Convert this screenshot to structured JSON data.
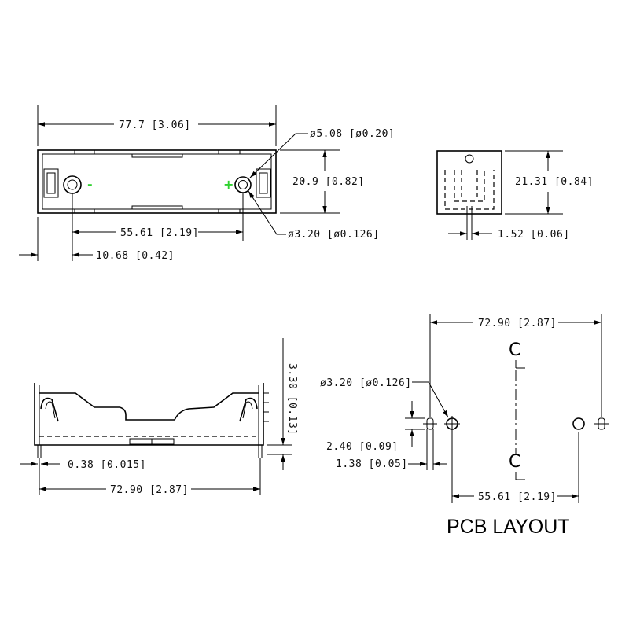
{
  "top_view": {
    "overall_length": "77.7 [3.06]",
    "hole_dia_large": "ø5.08 [ø0.20]",
    "height": "20.9 [0.82]",
    "hole_spacing": "55.61 [2.19]",
    "hole_dia_small": "ø3.20 [ø0.126]",
    "edge_offset": "10.68 [0.42]",
    "negative_symbol": "-",
    "positive_symbol": "+",
    "polarity_color": "#2fd12f"
  },
  "end_view": {
    "height": "21.31 [0.84]",
    "pin_width": "1.52 [0.06]"
  },
  "side_view": {
    "height": "3.30 [0.13]",
    "pin_thickness": "0.38 [0.015]",
    "pin_spacing": "72.90 [2.87]"
  },
  "pcb_layout": {
    "title": "PCB LAYOUT",
    "pin_spacing": "72.90 [2.87]",
    "hole_dia": "ø3.20 [ø0.126]",
    "pad_height": "2.40 [0.09]",
    "pad_width": "1.38 [0.05]",
    "hole_spacing": "55.61 [2.19]",
    "centerline_symbol": "C"
  }
}
